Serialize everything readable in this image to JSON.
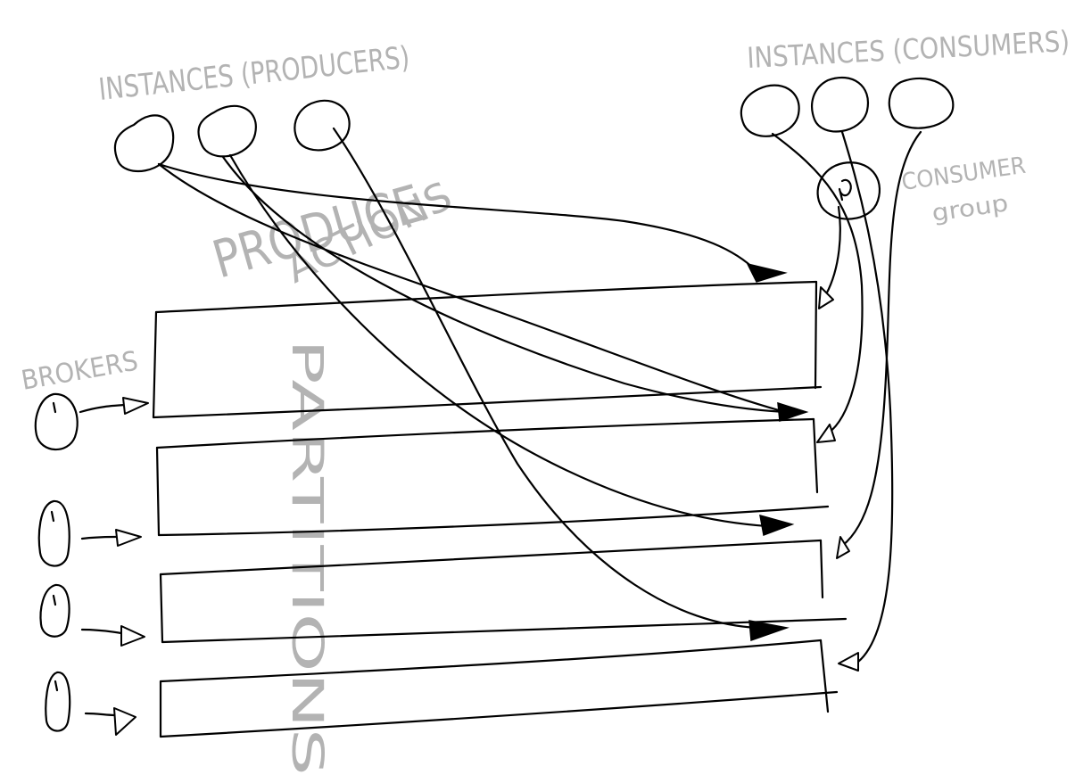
{
  "labels": {
    "producers": "INSTANCES (PRODUCERS)",
    "consumers": "INSTANCES (CONSUMERS)",
    "consumer_group_line1": "CONSUMER",
    "consumer_group_line2": "group",
    "brokers": "BROKERS",
    "produce_actions_line1": "PRODUCE",
    "produce_actions_line2": "ACTIONS",
    "partitions": "PARTITIONS"
  },
  "colors": {
    "ink": "#000000",
    "pencil": "#b3b3b3",
    "background": "#ffffff"
  }
}
